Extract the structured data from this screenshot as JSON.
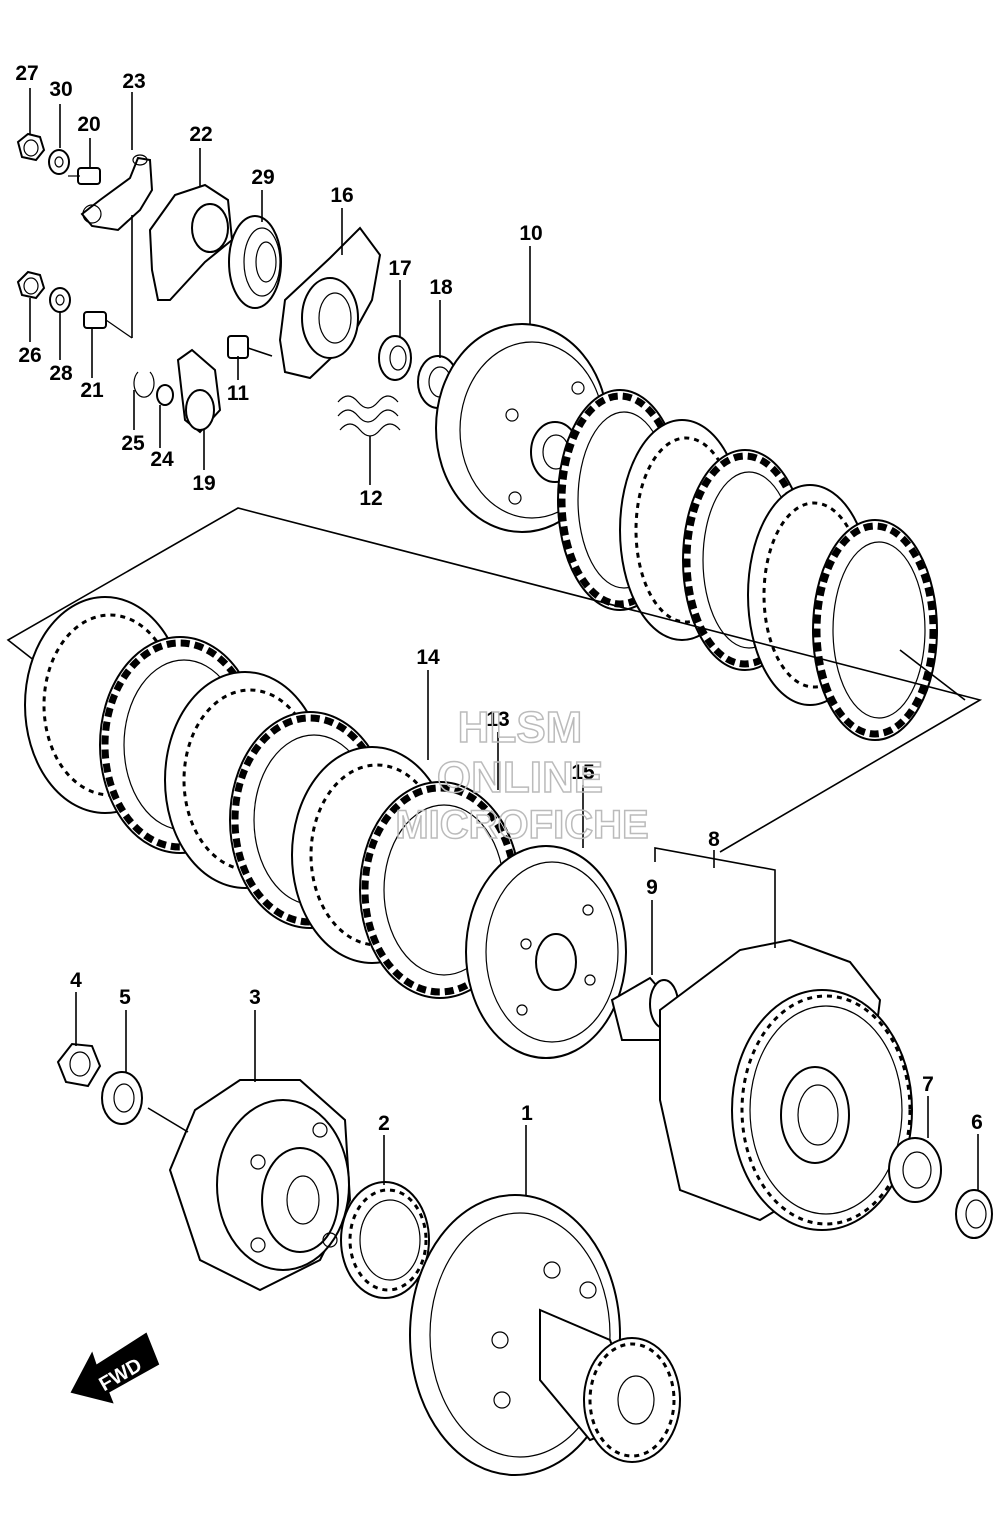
{
  "callouts": [
    {
      "id": "c27",
      "text": "27"
    },
    {
      "id": "c30",
      "text": "30"
    },
    {
      "id": "c20",
      "text": "20"
    },
    {
      "id": "c23",
      "text": "23"
    },
    {
      "id": "c22",
      "text": "22"
    },
    {
      "id": "c29",
      "text": "29"
    },
    {
      "id": "c16",
      "text": "16"
    },
    {
      "id": "c17",
      "text": "17"
    },
    {
      "id": "c18",
      "text": "18"
    },
    {
      "id": "c10",
      "text": "10"
    },
    {
      "id": "c26",
      "text": "26"
    },
    {
      "id": "c28",
      "text": "28"
    },
    {
      "id": "c21",
      "text": "21"
    },
    {
      "id": "c11",
      "text": "11"
    },
    {
      "id": "c25",
      "text": "25"
    },
    {
      "id": "c24",
      "text": "24"
    },
    {
      "id": "c19",
      "text": "19"
    },
    {
      "id": "c12",
      "text": "12"
    },
    {
      "id": "c14",
      "text": "14"
    },
    {
      "id": "c13",
      "text": "13"
    },
    {
      "id": "c15",
      "text": "15"
    },
    {
      "id": "c8",
      "text": "8"
    },
    {
      "id": "c9",
      "text": "9"
    },
    {
      "id": "c4",
      "text": "4"
    },
    {
      "id": "c5",
      "text": "5"
    },
    {
      "id": "c3",
      "text": "3"
    },
    {
      "id": "c2",
      "text": "2"
    },
    {
      "id": "c1",
      "text": "1"
    },
    {
      "id": "c7",
      "text": "7"
    },
    {
      "id": "c6",
      "text": "6"
    }
  ],
  "watermark": {
    "line1": "HLSM",
    "line2": "ONLINE",
    "line3": "MICROFICHE"
  },
  "fwd_label": "FWD"
}
